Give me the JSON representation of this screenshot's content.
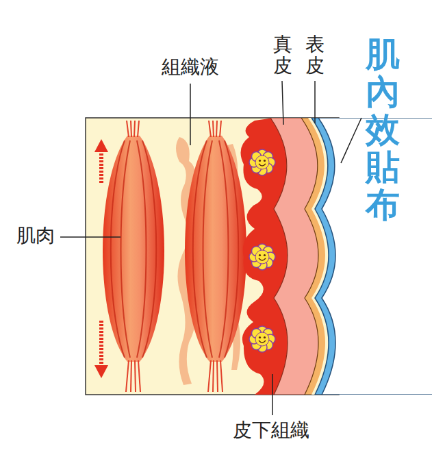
{
  "diagram": {
    "labels": [
      "組織液",
      "真皮",
      "表皮",
      "肌內效貼布",
      "肌肉",
      "皮下組織"
    ]
  }
}
